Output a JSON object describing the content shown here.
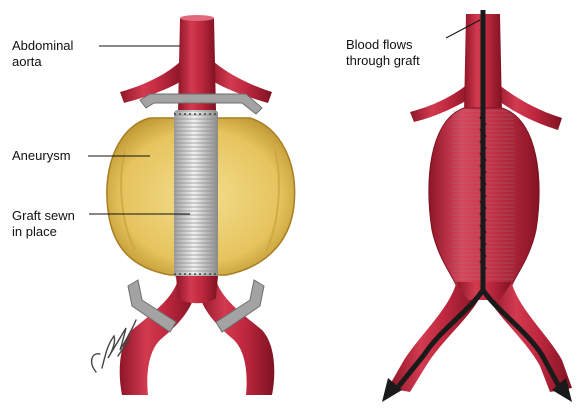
{
  "labels": {
    "abdominal_aorta": "Abdominal\naorta",
    "aneurysm": "Aneurysm",
    "graft_sewn": "Graft sewn\nin place",
    "blood_flows": "Blood flows\nthrough graft"
  },
  "signature_text": "CHMiller",
  "colors": {
    "vessel": "#c0283f",
    "vessel_dark": "#8e1527",
    "aneurysm_fill": "#e8c96a",
    "graft": "#d9d9d9",
    "clamp": "#9a9a9a",
    "arrow": "#1a1a1a"
  }
}
